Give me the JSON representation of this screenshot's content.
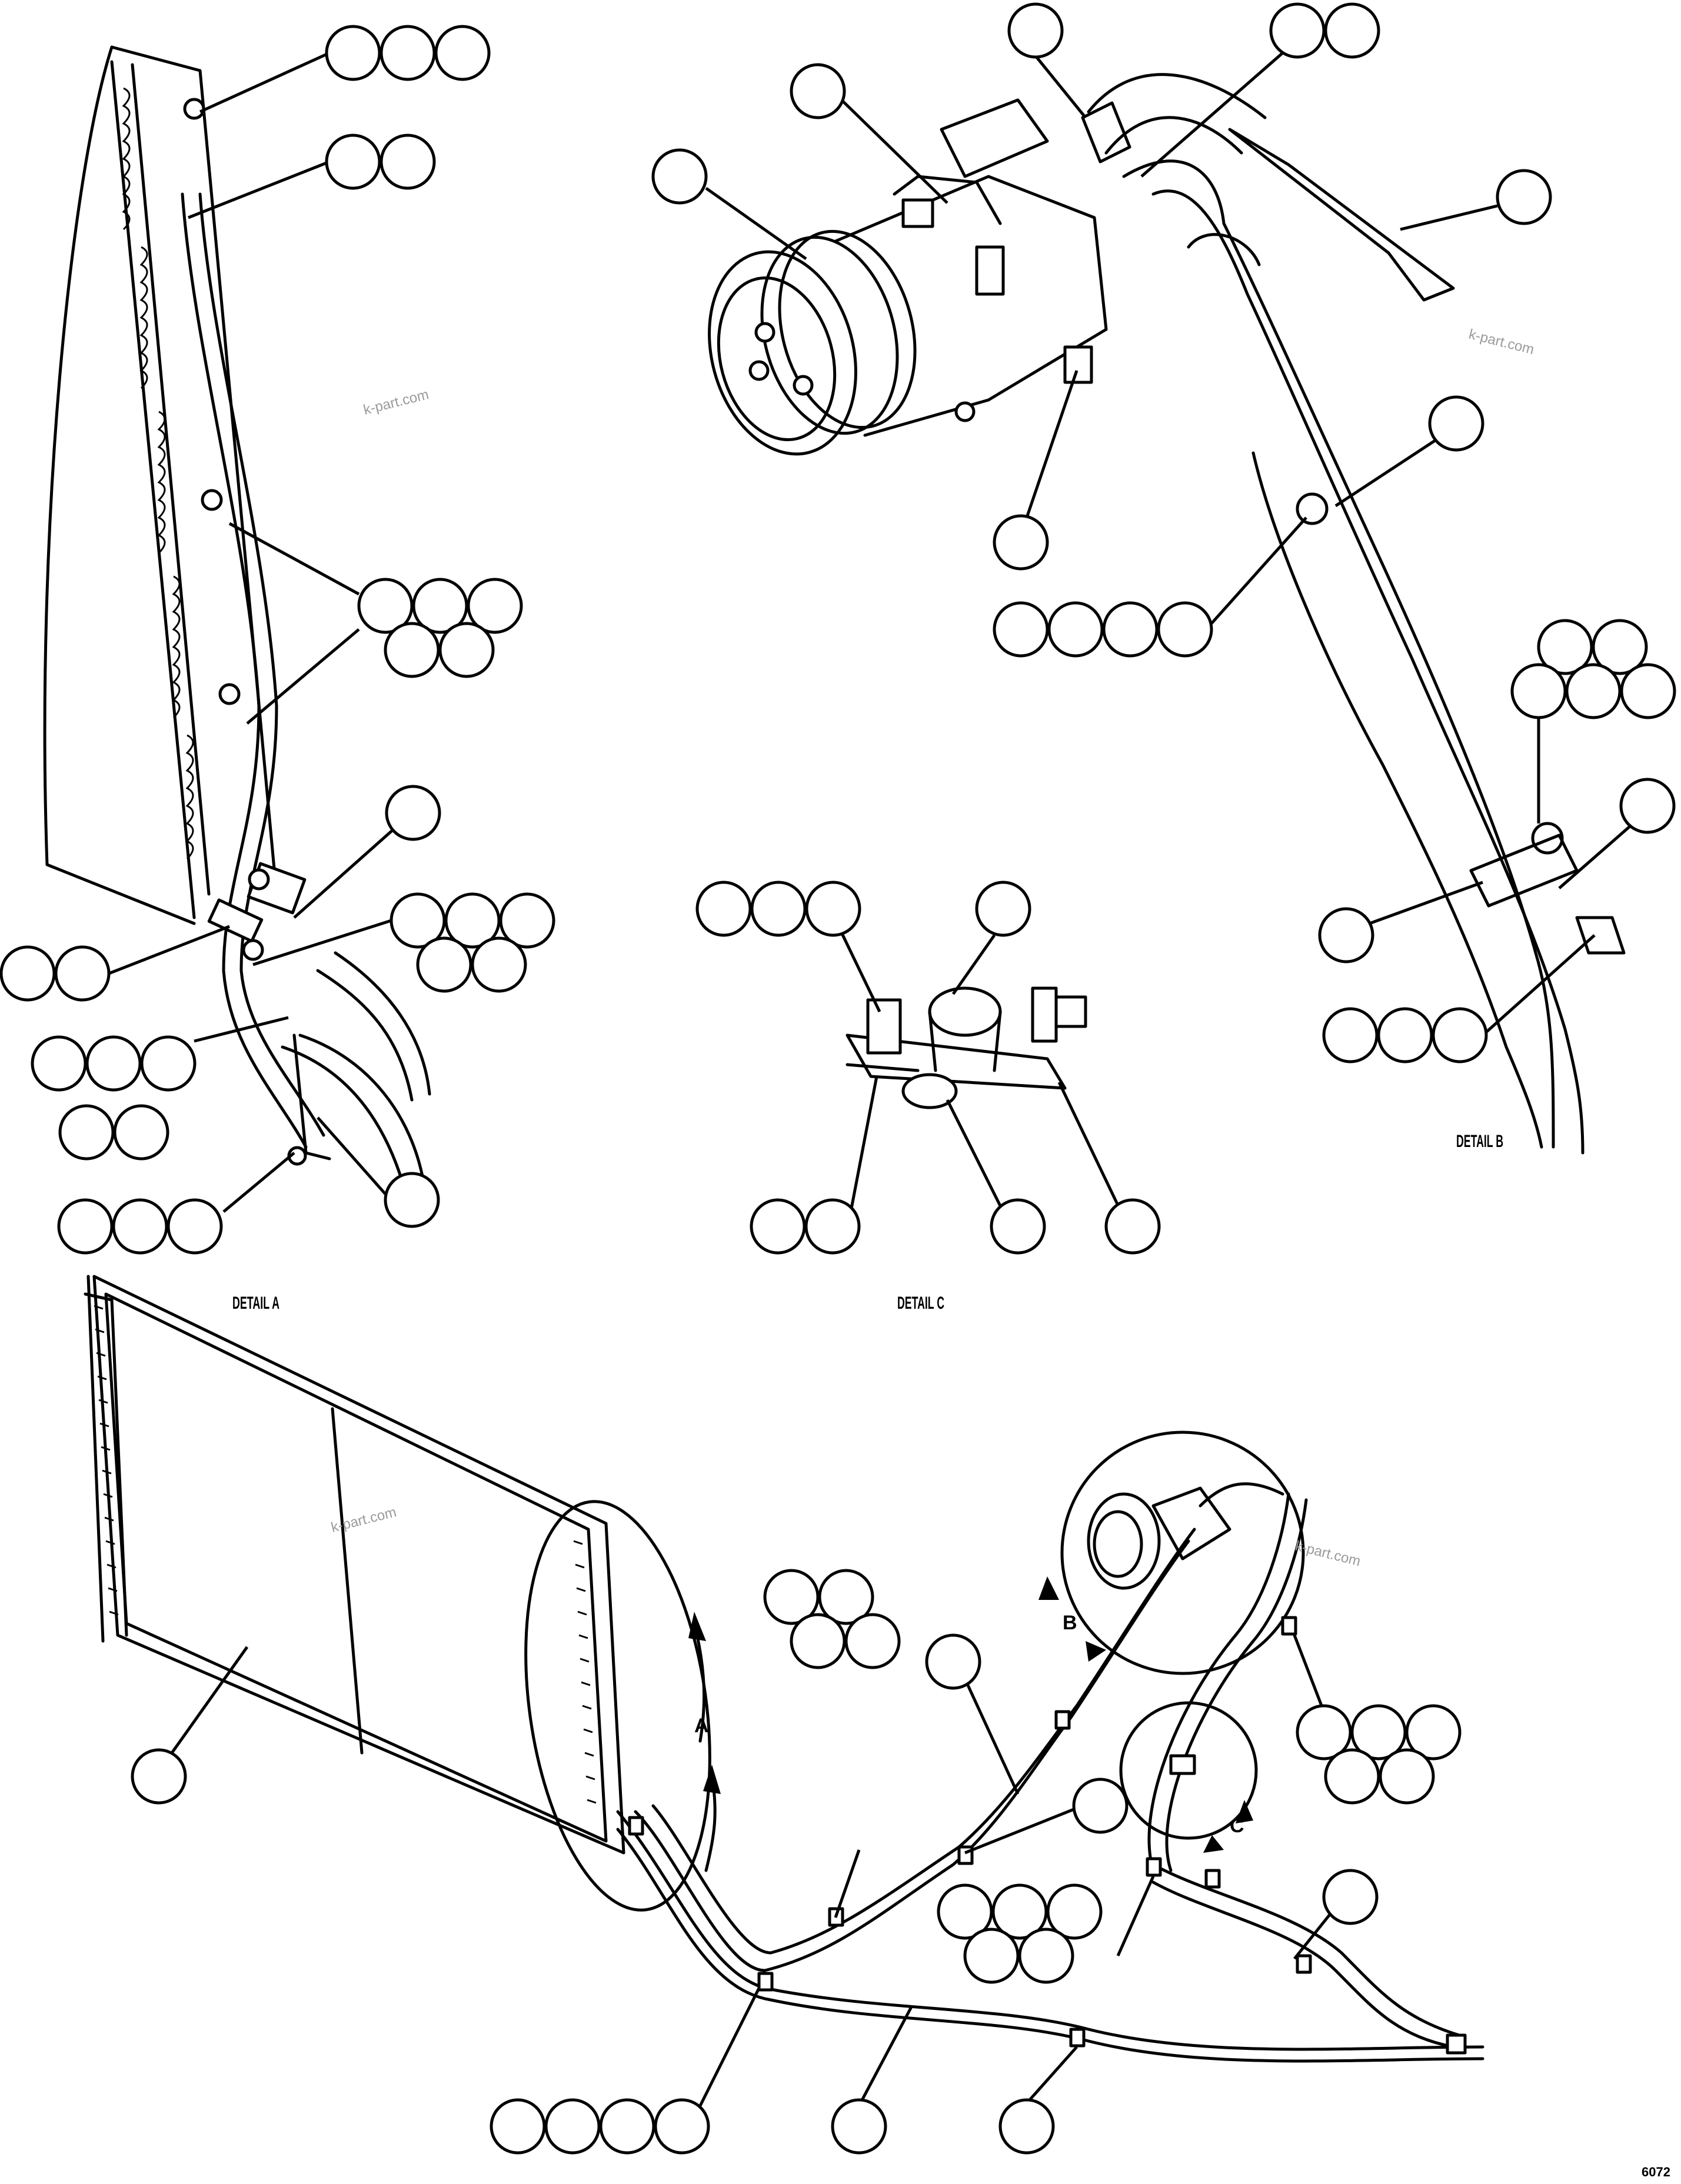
{
  "details": {
    "a": "DETAIL A",
    "b": "DETAIL B",
    "c": "DETAIL C"
  },
  "view_markers": {
    "a": "A",
    "b": "B",
    "c": "C"
  },
  "watermark": "k-part.com",
  "figure_number": "6072"
}
